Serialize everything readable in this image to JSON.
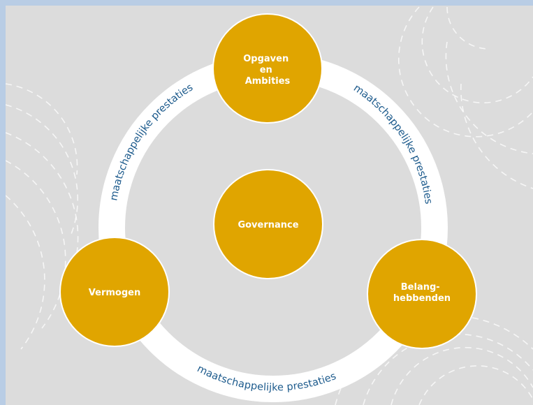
{
  "colors": {
    "outer_border": "#b9cde5",
    "background": "#dcdcdc",
    "ring": "#ffffff",
    "node_fill": "#e0a500",
    "node_text": "#ffffff",
    "ring_text": "#1c5a8c"
  },
  "nodes": {
    "top": {
      "lines": [
        "Opgaven",
        "en",
        "Ambities"
      ]
    },
    "center": {
      "lines": [
        "Governance"
      ]
    },
    "left": {
      "lines": [
        "Vermogen"
      ]
    },
    "right": {
      "lines": [
        "Belang-",
        "hebbenden"
      ]
    }
  },
  "ring_labels": {
    "upper_left": "maatschappelijke prestaties",
    "upper_right": "maatschappelijke prestaties",
    "bottom": "maatschappelijke prestaties"
  }
}
